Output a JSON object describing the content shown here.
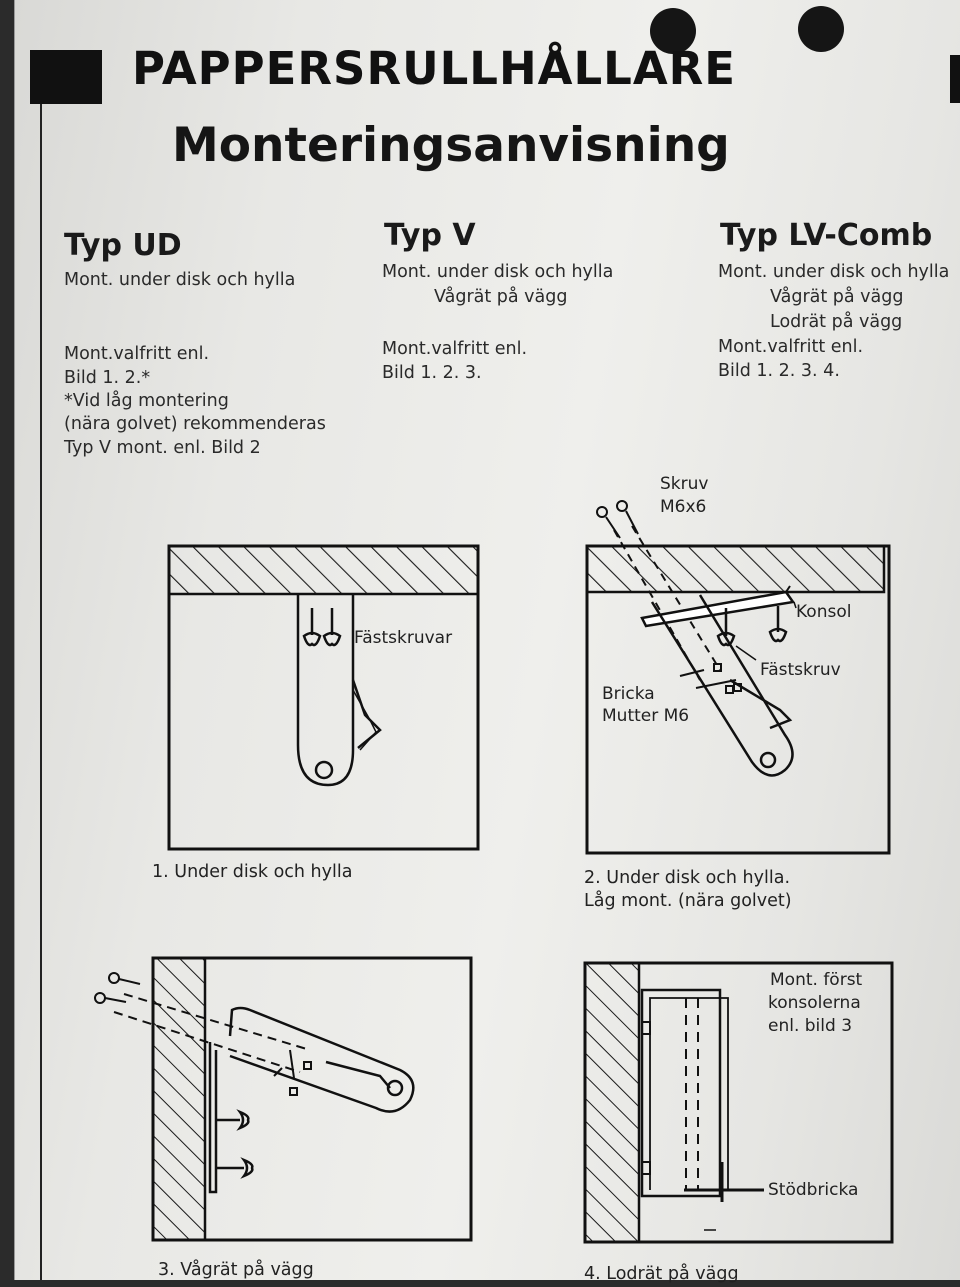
{
  "header": {
    "title": "PAPPERSRULLHÅLLARE",
    "subtitle": "Monteringsanvisning"
  },
  "columns": [
    {
      "heading": "Typ UD",
      "lines": [
        "Mont. under disk och hylla"
      ],
      "notes": [
        "Mont.valfritt enl.",
        "Bild 1. 2.*",
        "*Vid låg montering",
        "(nära golvet) rekommenderas",
        "Typ V mont. enl. Bild 2"
      ]
    },
    {
      "heading": "Typ V",
      "lines": [
        "Mont. under disk och hylla",
        "Vågrät på vägg"
      ],
      "notes": [
        "Mont.valfritt enl.",
        "Bild 1. 2. 3."
      ]
    },
    {
      "heading": "Typ LV-Comb",
      "lines": [
        "Mont. under disk och hylla",
        "Vågrät på vägg",
        "Lodrät på vägg"
      ],
      "notes": [
        "Mont.valfritt enl.",
        "Bild 1. 2. 3. 4."
      ]
    }
  ],
  "figures": [
    {
      "caption": [
        "1. Under disk och hylla"
      ],
      "labels": [
        "Fästskruvar"
      ]
    },
    {
      "caption": [
        "2. Under disk och hylla.",
        "Låg mont. (nära golvet)"
      ],
      "labels": [
        "Skruv",
        "M6x6",
        "Konsol",
        "Fästskruv",
        "Bricka",
        "Mutter M6"
      ]
    },
    {
      "caption": [
        "3. Vågrät på vägg"
      ],
      "labels": []
    },
    {
      "caption": [
        "4. Lodrät på vägg"
      ],
      "labels": [
        "Mont. först",
        "konsolerna",
        "enl. bild 3",
        "Stödbricka"
      ]
    }
  ]
}
